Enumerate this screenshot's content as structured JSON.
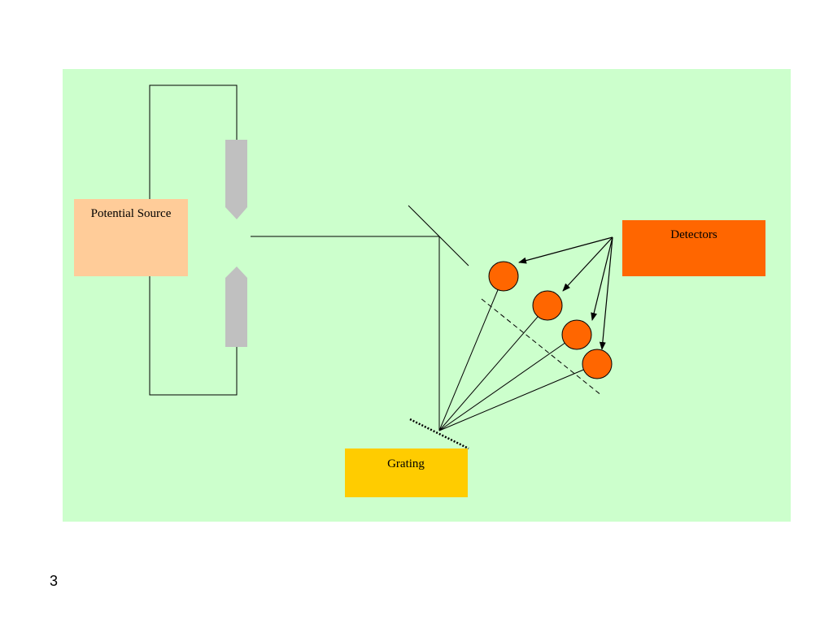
{
  "colors": {
    "panel_bg": "#ccffcc",
    "potential_source_fill": "#ffcc99",
    "detectors_fill": "#ff6600",
    "grating_fill": "#ffcc00",
    "electrode_fill": "#c0c0c0",
    "detector_circle_fill": "#ff6600",
    "line": "#000000"
  },
  "labels": {
    "potential_source": "Potential Source",
    "detectors": "Detectors",
    "grating": "Grating"
  },
  "detector_count": 4,
  "slide_number": "3"
}
